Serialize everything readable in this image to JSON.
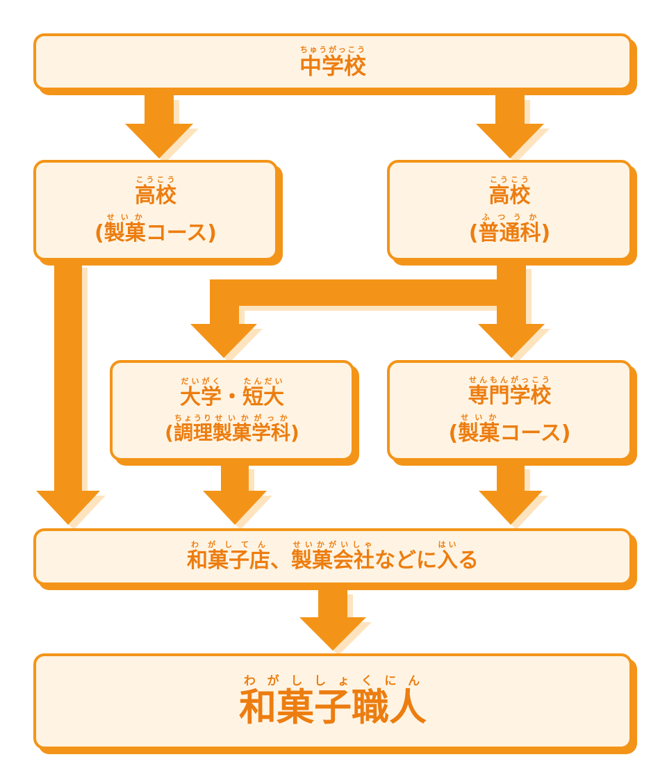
{
  "colors": {
    "accent": "#f39418",
    "text": "#ec7d10",
    "box_fill": "#fff4e3",
    "arrow_shadow": "#fde4bf"
  },
  "nodes": {
    "junior_high": {
      "name": "中学校",
      "ruby": "ちゅうがっこう"
    },
    "hs_confectionery": {
      "title": "高校",
      "title_ruby": "こうこう",
      "open": "(",
      "sub": "製菓",
      "sub_ruby": "せいか",
      "sub_rest": "コース",
      "close": ")"
    },
    "hs_general": {
      "title": "高校",
      "title_ruby": "こうこう",
      "open": "(",
      "sub": "普通科",
      "sub_ruby": "ふつうか",
      "close": ")"
    },
    "university": {
      "a": "大学",
      "a_ruby": "だいがく",
      "dot": "・",
      "b": "短大",
      "b_ruby": "たんだい",
      "open": "(",
      "s1": "調理",
      "s1_ruby": "ちょうり",
      "s2": "製菓",
      "s2_ruby": "せいか",
      "s3": "学科",
      "s3_ruby": "がっか",
      "close": ")"
    },
    "vocational": {
      "title": "専門学校",
      "title_ruby": "せんもんがっこう",
      "open": "(",
      "sub": "製菓",
      "sub_ruby": "せいか",
      "sub_rest": "コース",
      "close": ")"
    },
    "employment": {
      "p1": "和菓子店",
      "p1_ruby": "わがしてん",
      "comma": "、",
      "p2": "製菓会社",
      "p2_ruby": "せいかがいしゃ",
      "mid": "などに",
      "p3": "入",
      "p3_ruby": "はい",
      "end": "る"
    },
    "goal": {
      "name": "和菓子職人",
      "ruby": "わがししょくにん"
    }
  }
}
